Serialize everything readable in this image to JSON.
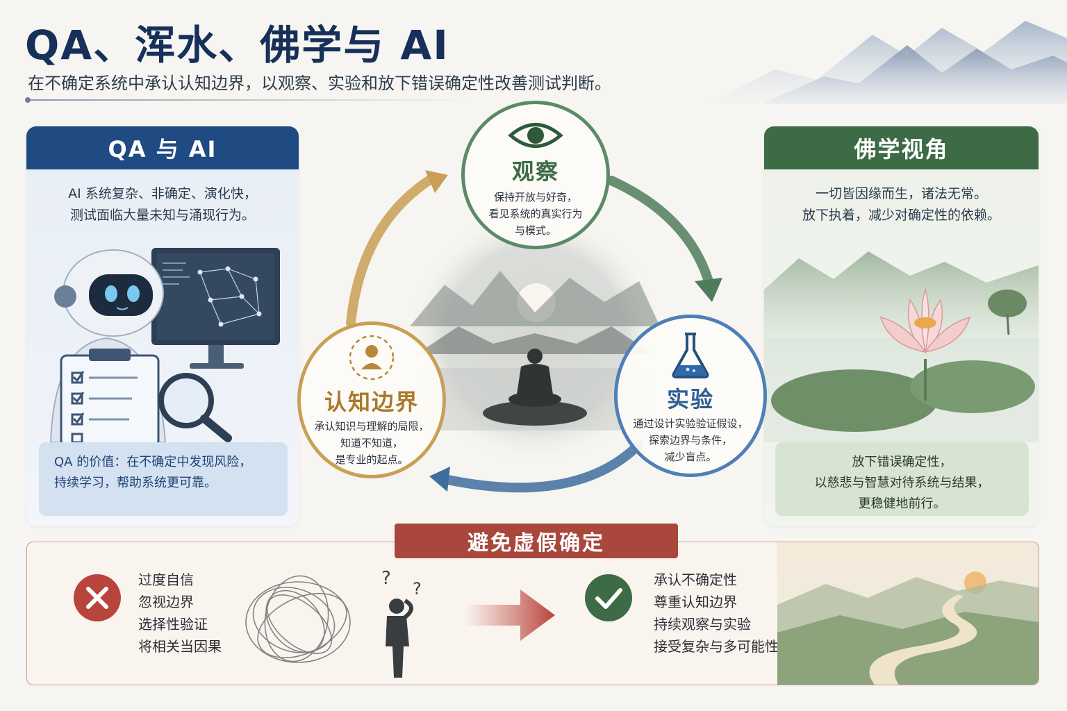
{
  "header": {
    "title": "QA、浑水、佛学与 AI",
    "subtitle": "在不确定系统中承认认知边界，以观察、实验和放下错误确定性改善测试判断。"
  },
  "qa_panel": {
    "title": "QA 与 AI",
    "text_lines": [
      "AI 系统复杂、非确定、演化快，",
      "测试面临大量未知与涌现行为。"
    ],
    "note_lines": [
      "QA 的价值：在不确定中发现风险，",
      "持续学习，帮助系统更可靠。"
    ]
  },
  "buddhism_panel": {
    "title": "佛学视角",
    "text_lines": [
      "一切皆因缘而生，诸法无常。",
      "放下执着，减少对确定性的依赖。"
    ],
    "note_lines": [
      "放下错误确定性，",
      "以慈悲与智慧对待系统与结果，",
      "更稳健地前行。"
    ]
  },
  "cycle": {
    "observe": {
      "title": "观察",
      "desc_lines": [
        "保持开放与好奇，",
        "看见系统的真实行为",
        "与模式。"
      ],
      "color": "#3f6b48"
    },
    "boundary": {
      "title": "认知边界",
      "desc_lines": [
        "承认知识与理解的局限，",
        "知道不知道，",
        "是专业的起点。"
      ],
      "color": "#a87a2c"
    },
    "experiment": {
      "title": "实验",
      "desc_lines": [
        "通过设计实验验证假设，",
        "探索边界与条件，",
        "减少盲点。"
      ],
      "color": "#2f5d93"
    }
  },
  "bottom": {
    "banner": "避免虚假确定",
    "wrong_items": [
      "过度自信",
      "忽视边界",
      "选择性验证",
      "将相关当因果"
    ],
    "right_items": [
      "承认不确定性",
      "尊重认知边界",
      "持续观察与实验",
      "接受复杂与多可能性"
    ],
    "wrong_color": "#b8453c",
    "right_color": "#3d6b45"
  }
}
